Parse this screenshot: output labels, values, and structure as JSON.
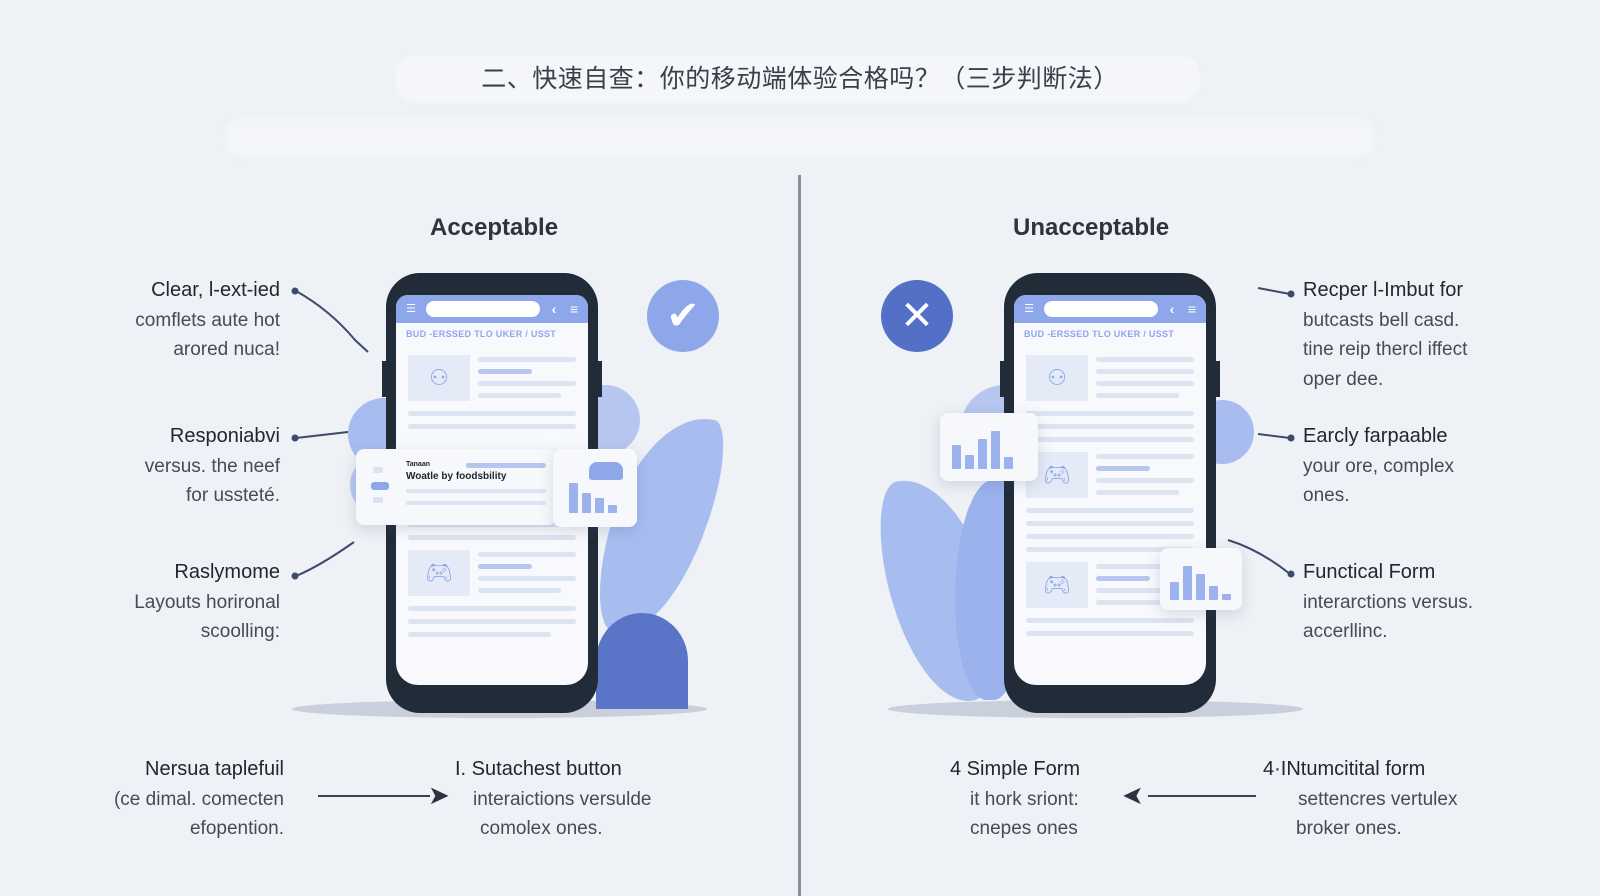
{
  "page": {
    "title": "二、快速自查：你的移动端体验合格吗？（三步判断法）",
    "subtitle": ""
  },
  "colors": {
    "background": "#eef1f5",
    "accent_light": "#8ea7ea",
    "accent_dark": "#5470c6",
    "phone_frame": "#222b38",
    "divider": "#8a909b"
  },
  "acceptable": {
    "heading": "Acceptable",
    "status_icon": "check-icon",
    "phone": {
      "header_text": "BUD  -ERSSED TLO UKER / USST",
      "card_title": "Woatle by foodsbility",
      "card_label": "Tanaan"
    },
    "notes": [
      {
        "head": "Clear, l-ext-ied",
        "lines": [
          "comflets aute hot",
          "arored nuca!"
        ]
      },
      {
        "head": "Responiabvi",
        "lines": [
          "versus. the neef",
          "for ussteté."
        ]
      },
      {
        "head": "Raslymome",
        "lines": [
          "Layouts horironal",
          "scoolling:"
        ]
      }
    ],
    "bottom_left": {
      "head": "Nersua taplefuil",
      "lines": [
        "(ce dimal. comecten",
        "efopention."
      ]
    },
    "bottom_right": {
      "head": "I. Sutachest button",
      "lines": [
        "interaictions versulde",
        "comolex ones."
      ]
    }
  },
  "unacceptable": {
    "heading": "Unacceptable",
    "status_icon": "close-icon",
    "phone": {
      "header_text": "BUD  -ERSSED TLO UKER / USST"
    },
    "notes": [
      {
        "head": "Recper l-Imbut for",
        "lines": [
          "butcasts bell casd.",
          "tine reip thercl iffect",
          "oper dee."
        ]
      },
      {
        "head": "Earcly farpaable",
        "lines": [
          "your ore, complex",
          "ones."
        ]
      },
      {
        "head": "Functical Form",
        "lines": [
          "interarctions versus.",
          "accerllinc."
        ]
      }
    ],
    "bottom_left": {
      "head": "4 Simple Form",
      "lines": [
        "it hork sriont:",
        "cnepes ones"
      ]
    },
    "bottom_right": {
      "head": "4·INtumcitital form",
      "lines": [
        "settencres vertulex",
        "broker ones."
      ]
    }
  }
}
